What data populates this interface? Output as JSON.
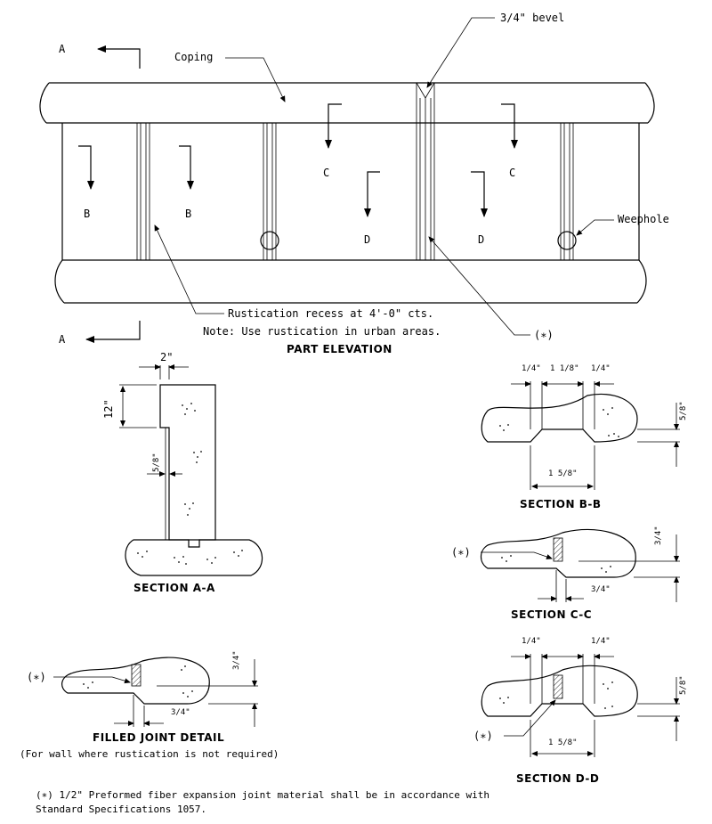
{
  "elevation": {
    "coping_label": "Coping",
    "bevel_label": "3/4\" bevel",
    "weephole_label": "Weephole",
    "rustication_label": "Rustication recess at 4'-0\" cts.",
    "note": "Note: Use rustication in urban areas.",
    "title": "PART ELEVATION",
    "section_letters": {
      "a": "A",
      "b": "B",
      "c": "C",
      "d": "D"
    },
    "asterisk_ref": "(∗)"
  },
  "section_aa": {
    "title": "SECTION A-A",
    "dim_top": "2\"",
    "dim_left": "12\"",
    "dim_recess": "5/8\""
  },
  "section_bb": {
    "title": "SECTION B-B",
    "dim_a": "1/4\"",
    "dim_b": "1 1/8\"",
    "dim_c": "1/4\"",
    "dim_depth": "5/8\"",
    "dim_bottom": "1 5/8\""
  },
  "section_cc": {
    "title": "SECTION C-C",
    "dim_depth": "3/4\"",
    "dim_bottom": "3/4\"",
    "ref": "(∗)"
  },
  "section_dd": {
    "title": "SECTION D-D",
    "dim_a": "1/4\"",
    "dim_c": "1/4\"",
    "dim_depth": "5/8\"",
    "dim_bottom": "1 5/8\"",
    "ref": "(∗)"
  },
  "filled_joint": {
    "title": "FILLED JOINT DETAIL",
    "subtitle": "(For wall where rustication is not required)",
    "dim_depth": "3/4\"",
    "dim_bottom": "3/4\"",
    "ref": "(∗)"
  },
  "footnote": {
    "line1": "(∗) 1/2\" Preformed fiber expansion joint material shall be in accordance with",
    "line2": "Standard Specifications 1057."
  }
}
